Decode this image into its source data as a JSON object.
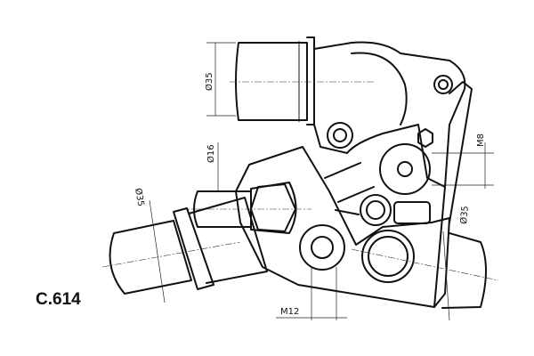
{
  "part_code": "C.614",
  "dimensions": {
    "top_outlet_diameter": "Ø35",
    "small_pipe_diameter": "Ø16",
    "left_inlet_diameter": "Ø35",
    "right_outlet_diameter": "Ø35",
    "bolt_thread_small": "M8",
    "bolt_thread_large": "M12"
  },
  "colors": {
    "line": "#111111",
    "background": "#ffffff"
  }
}
